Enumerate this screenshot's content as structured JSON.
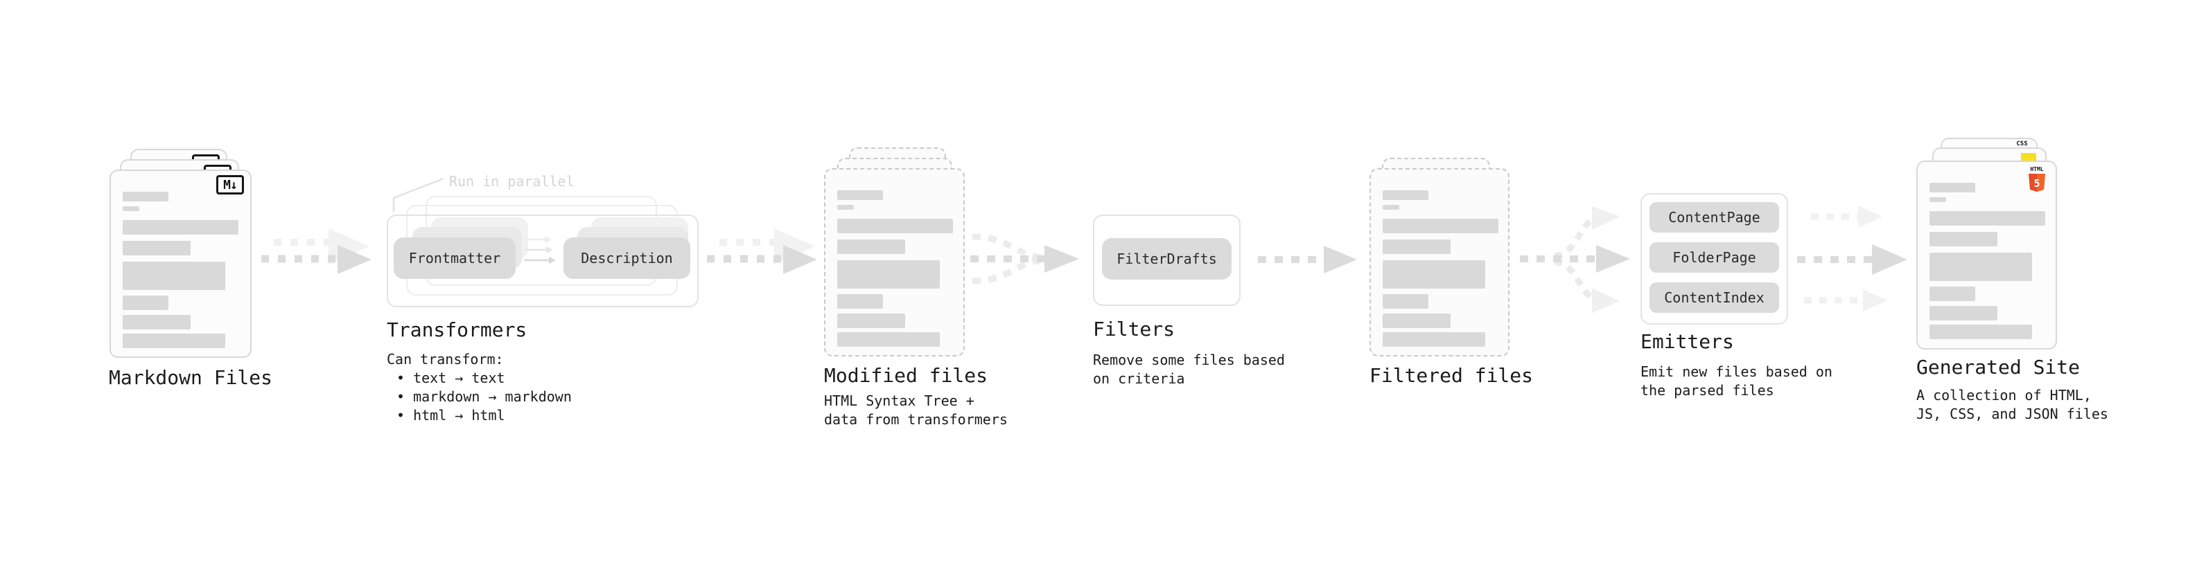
{
  "markdown_files": {
    "title": "Markdown Files",
    "badge_label": "M↓"
  },
  "transformers": {
    "title": "Transformers",
    "annotation": "Run in parallel",
    "pill_a": "Frontmatter",
    "pill_b": "Description",
    "desc_heading": "Can transform:",
    "bullet_char": "•",
    "items": [
      "text → text",
      "markdown → markdown",
      "html → html"
    ]
  },
  "modified_files": {
    "title": "Modified files",
    "desc": [
      "HTML Syntax Tree +",
      "data from transformers"
    ]
  },
  "filters": {
    "title": "Filters",
    "pill": "FilterDrafts",
    "desc": [
      "Remove some files based",
      "on criteria"
    ]
  },
  "filtered_files": {
    "title": "Filtered files"
  },
  "emitters": {
    "title": "Emitters",
    "pills": [
      "ContentPage",
      "FolderPage",
      "ContentIndex"
    ],
    "desc": [
      "Emit new files based on",
      "the parsed files"
    ]
  },
  "generated_site": {
    "title": "Generated Site",
    "desc": [
      "A collection of HTML,",
      "JS, CSS, and JSON files"
    ],
    "css_badge_label": "CSS",
    "html_badge_label": "HTML",
    "html_badge_number": "5"
  },
  "colors": {
    "html5_orange": "#e44d26",
    "html5_orange_light": "#f16529",
    "js_yellow": "#f7df1e",
    "css_blue": "#2965f1",
    "skeleton_gray": "#d9d9d9",
    "pill_gray": "#dbdbdb",
    "arrow_dark": "#dcdcdc",
    "arrow_light": "#f1f1f1"
  }
}
